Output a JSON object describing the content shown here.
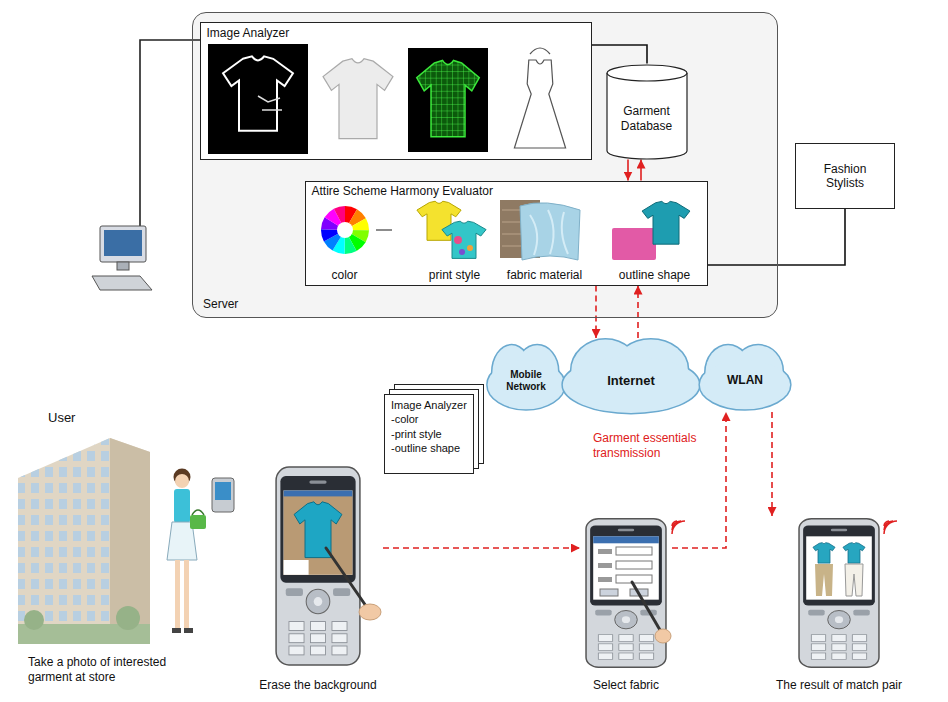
{
  "diagram": {
    "nodes": [
      {
        "text": [
          "Server"
        ]
      },
      {
        "text": [
          "Image Analyzer"
        ],
        "in": 0
      },
      {
        "text": [
          "Garment Database"
        ],
        "in": 0
      },
      {
        "text": [
          "Attire Scheme Harmony Evaluator",
          "color",
          "print style",
          "fabric material",
          "outline shape"
        ],
        "in": 0
      },
      {
        "text": [
          "Fashion Stylists"
        ]
      },
      {
        "text": [
          "Mobile Network"
        ]
      },
      {
        "text": [
          "Internet"
        ]
      },
      {
        "text": [
          "WLAN"
        ]
      },
      {
        "text": [
          "Image Analyzer",
          "-color",
          "-print style",
          "-outline shape"
        ]
      },
      {
        "text": [
          "Erase the background"
        ]
      },
      {
        "text": [
          "Select fabric"
        ]
      },
      {
        "text": [
          "The result of match pair"
        ]
      }
    ],
    "edges": [
      {
        "from": 1,
        "to": 2,
        "arrow": "none"
      },
      {
        "from": 2,
        "to": 3,
        "arrow": "to"
      },
      {
        "from": 3,
        "to": 2,
        "arrow": "to"
      },
      {
        "from": 3,
        "to": 4,
        "arrow": "none"
      },
      {
        "from": 3,
        "to": 6,
        "arrow": "to"
      },
      {
        "from": 6,
        "to": 3,
        "arrow": "to"
      },
      {
        "from": 9,
        "to": 10,
        "arrow": "to"
      },
      {
        "from": 10,
        "to": 7,
        "label": "Garment essentials transmission",
        "arrow": "to"
      },
      {
        "from": 7,
        "to": 11,
        "arrow": "to"
      }
    ],
    "labels": [
      "User",
      "Take a photo of interested garment at store"
    ]
  }
}
